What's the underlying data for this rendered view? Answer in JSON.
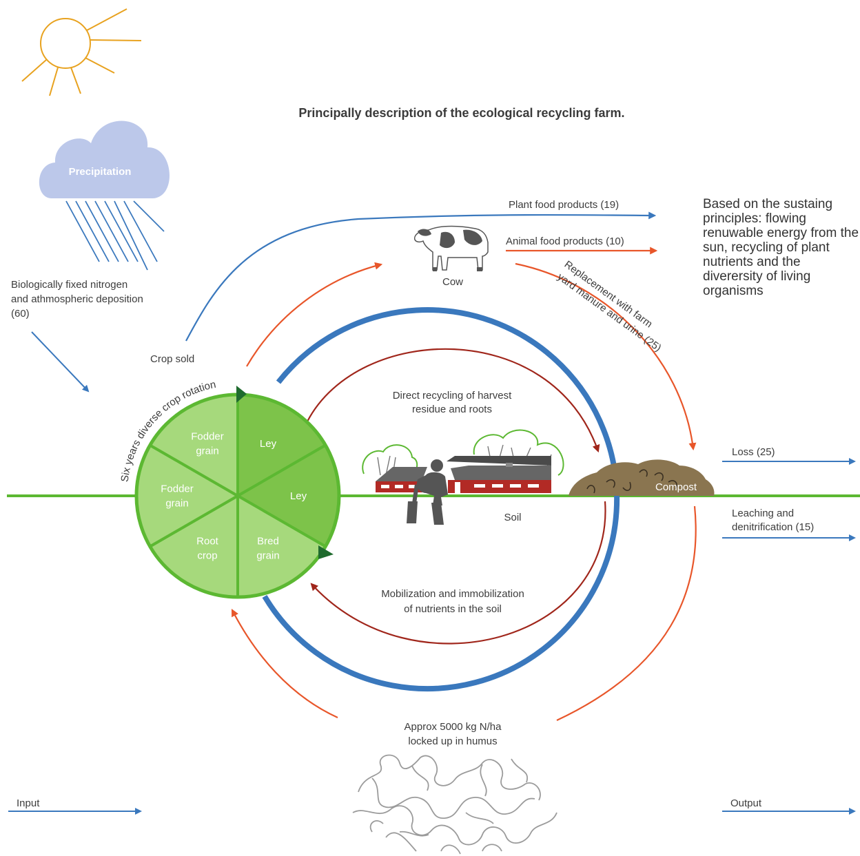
{
  "title": "Principally description of the ecological recycling farm.",
  "description": "Based on the sustaing principles: flowing renuwable energy from the sun, recycling of plant nutrients and the diverersity of living organisms",
  "precipitation": "Precipitation",
  "labels": {
    "bio_nitrogen": [
      "Biologically fixed nitrogen",
      "and athmospheric deposition",
      "(60)"
    ],
    "crop_sold": "Crop sold",
    "plant_food": "Plant food products (19)",
    "animal_food": "Animal food products (10)",
    "cow": "Cow",
    "replacement": [
      "Replacement with farm",
      "yard manure and urine (25)"
    ],
    "crop_rotation": "Six years diverse crop rotation",
    "direct_recycling": [
      "Direct recycling of harvest",
      "residue and roots"
    ],
    "soil": "Soil",
    "compost": "Compost",
    "loss": "Loss (25)",
    "leaching": [
      "Leaching and",
      "denitrification (15)"
    ],
    "mobilization": [
      "Mobilization and immobilization",
      "of nutrients in the soil"
    ],
    "humus": [
      "Approx 5000 kg N/ha",
      "locked up in humus"
    ],
    "input": "Input",
    "output": "Output"
  },
  "rotation_sectors": [
    [
      "Ley"
    ],
    [
      "Ley"
    ],
    [
      "Bred",
      "grain"
    ],
    [
      "Root",
      "crop"
    ],
    [
      "Fodder",
      "grain"
    ],
    [
      "Fodder",
      "grain"
    ]
  ],
  "colors": {
    "blue": "#3a78bd",
    "orange": "#e8562a",
    "dark_red": "#a0261b",
    "green_line": "#5cb832",
    "sun": "#e8a21f",
    "cloud": "#bcc8ea",
    "rain": "#3a78bd",
    "sector_light": "#a6d97c",
    "sector_dark": "#7dc34a",
    "rotation_ring": "#5cb832",
    "compost": "#8a7550",
    "barn": "#b22a25",
    "roof": "#555555",
    "farmer": "#555555",
    "humus_lines": "#9b9b9b"
  },
  "icons": [
    "sun-icon",
    "cloud-icon",
    "cow-icon",
    "farm-icon",
    "farmer-icon",
    "compost-icon",
    "humus-icon"
  ]
}
